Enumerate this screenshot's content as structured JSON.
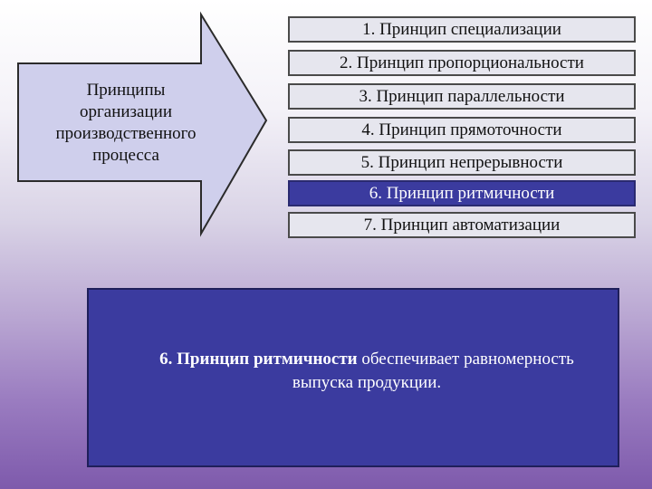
{
  "arrow": {
    "lines": [
      "Принципы",
      "организации",
      "производственного",
      "процесса"
    ]
  },
  "principles": [
    {
      "label": "1. Принцип специализации",
      "active": false
    },
    {
      "label": "2. Принцип пропорциональности",
      "active": false
    },
    {
      "label": "3. Принцип параллельности",
      "active": false
    },
    {
      "label": "4. Принцип прямоточности",
      "active": false
    },
    {
      "label": "5. Принцип непрерывности",
      "active": false
    },
    {
      "label": "6. Принцип ритмичности",
      "active": true
    },
    {
      "label": "7. Принцип автоматизации",
      "active": false
    }
  ],
  "description": {
    "bold": "6. Принцип ритмичности",
    "rest": " обеспечивает равномерность выпуска продукции."
  },
  "colors": {
    "arrow_fill": "#cfcfec",
    "item_fill": "#e6e6ee",
    "active_fill": "#3b3b9f",
    "desc_fill": "#3b3b9f"
  }
}
